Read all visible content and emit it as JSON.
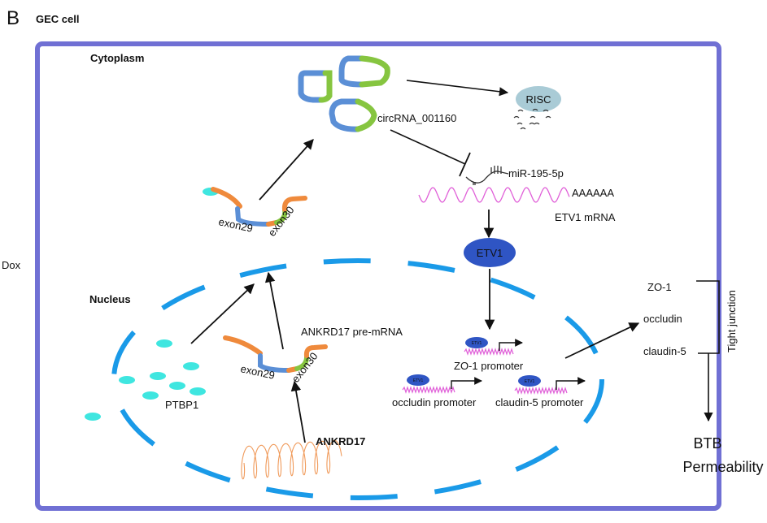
{
  "panel": {
    "letter": "B",
    "title": "GEC cell"
  },
  "regions": {
    "cytoplasm": "Cytoplasm",
    "nucleus": "Nucleus",
    "treatment": "Dox"
  },
  "molecules": {
    "circrna": "circRNA_001160",
    "risc": "RISC",
    "mirna": "miR-195-5p",
    "polya": "AAAAAA",
    "etv1_mrna": "ETV1 mRNA",
    "etv1": "ETV1",
    "etv1_small": "ETV1",
    "pre_mrna": "ANKRD17 pre-mRNA",
    "ankrd17": "ANKRD17",
    "ptbp1": "PTBP1",
    "exon29": "exon29",
    "exon30": "exon30"
  },
  "promoters": {
    "zo1": "ZO-1 promoter",
    "occludin": "occludin promoter",
    "claudin5": "claudin-5 promoter"
  },
  "tight_junction": {
    "label": "Tight junction",
    "proteins": [
      "ZO-1",
      "occludin",
      "claudin-5"
    ]
  },
  "outcome": {
    "line1": "BTB",
    "line2": "Permeability"
  },
  "colors": {
    "cell_border": "#7070d4",
    "nucleus_dash": "#1a9ae8",
    "exon_blue": "#5b8fd6",
    "exon_green": "#86c540",
    "intron_orange": "#ef8a3c",
    "ptbp1": "#3fe6e0",
    "risc": "#a9cbd6",
    "etv1": "#2f55c4",
    "mrna": "#e060d8",
    "ankrd17_coil": "#f09a5a"
  }
}
